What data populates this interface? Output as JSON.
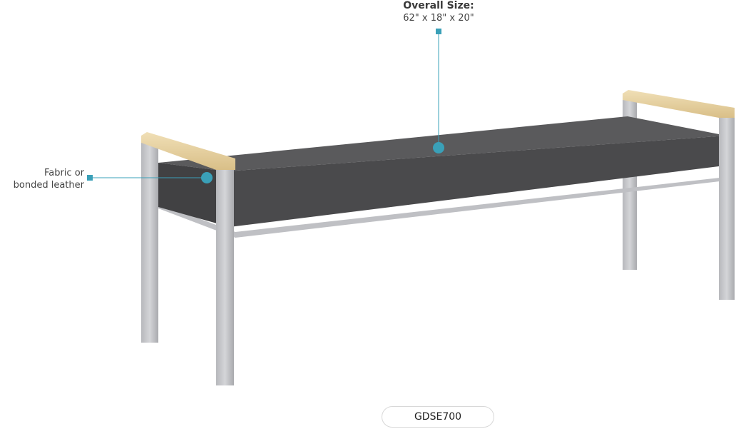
{
  "callouts": {
    "overall_size": {
      "title": "Overall Size:",
      "value": "62\" x 18\" x 20\""
    },
    "material": {
      "line1": "Fabric or",
      "line2": "bonded leather"
    }
  },
  "model": {
    "label": "GDSE700"
  },
  "colors": {
    "accent": "#3aa0b8",
    "fabric": "#4a4a4c",
    "frame": "#c4c5c9",
    "wood": "#e8d3a4"
  }
}
